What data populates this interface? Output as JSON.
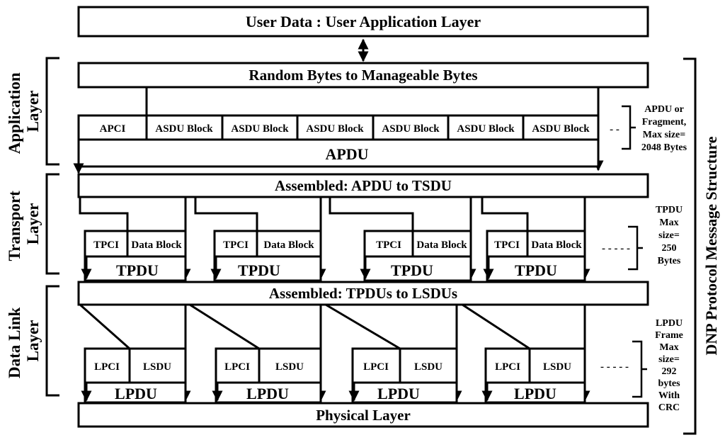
{
  "user_layer_label": "User Data : User Application Layer",
  "application": {
    "layer_label": [
      "Application",
      "Layer"
    ],
    "top_label": "Random Bytes to Manageable Bytes",
    "cells": [
      "APCI",
      "ASDU Block",
      "ASDU Block",
      "ASDU Block",
      "ASDU Block",
      "ASDU Block",
      "ASDU Block"
    ],
    "continuation": "- -",
    "pdu_label": "APDU",
    "note": [
      "APDU or",
      "Fragment,",
      "Max size=",
      "2048 Bytes"
    ]
  },
  "transport": {
    "layer_label": [
      "Transport",
      "Layer"
    ],
    "assembled_label": "Assembled: APDU to TSDU",
    "pci_label": "TPCI",
    "data_label": "Data Block",
    "pdu_label": "TPDU",
    "continuation": "- - - - -",
    "note": [
      "TPDU",
      "Max",
      "size=",
      "250",
      "Bytes"
    ]
  },
  "datalink": {
    "layer_label": [
      "Data Link",
      "Layer"
    ],
    "assembled_label": "Assembled: TPDUs to LSDUs",
    "pci_label": "LPCI",
    "data_label": "LSDU",
    "pdu_label": "LPDU",
    "continuation": "- - - - -",
    "note": [
      "LPDU",
      "Frame",
      "Max",
      "size=",
      "292",
      "bytes",
      "With",
      "CRC"
    ]
  },
  "physical_label": "Physical Layer",
  "side_title": "DNP Protocol Message Structure"
}
